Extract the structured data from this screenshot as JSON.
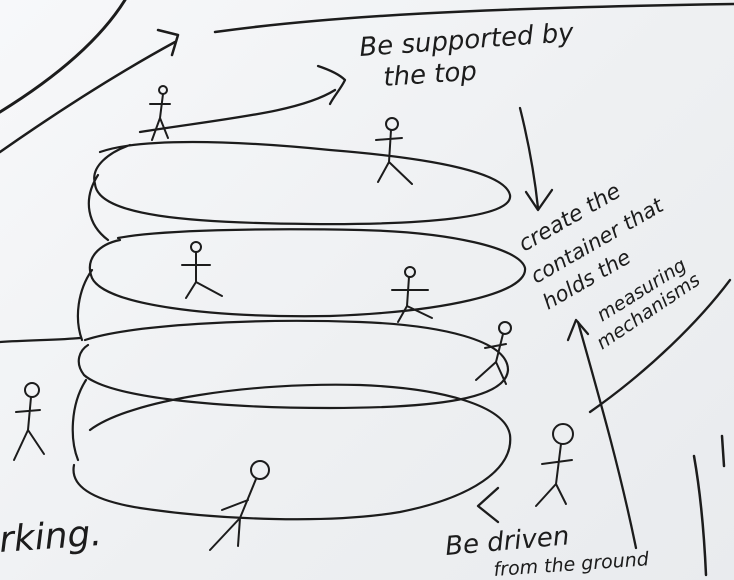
{
  "annotations": {
    "top_line1": "Be supported by",
    "top_line2": "the top",
    "right_line1": "create the",
    "right_line2": "container that",
    "right_line3": "holds the",
    "right_line4": "measuring",
    "right_line5": "mechanisms",
    "bottom_line1": "Be driven",
    "bottom_line2": "from the ground",
    "left_fragment": "rking."
  }
}
